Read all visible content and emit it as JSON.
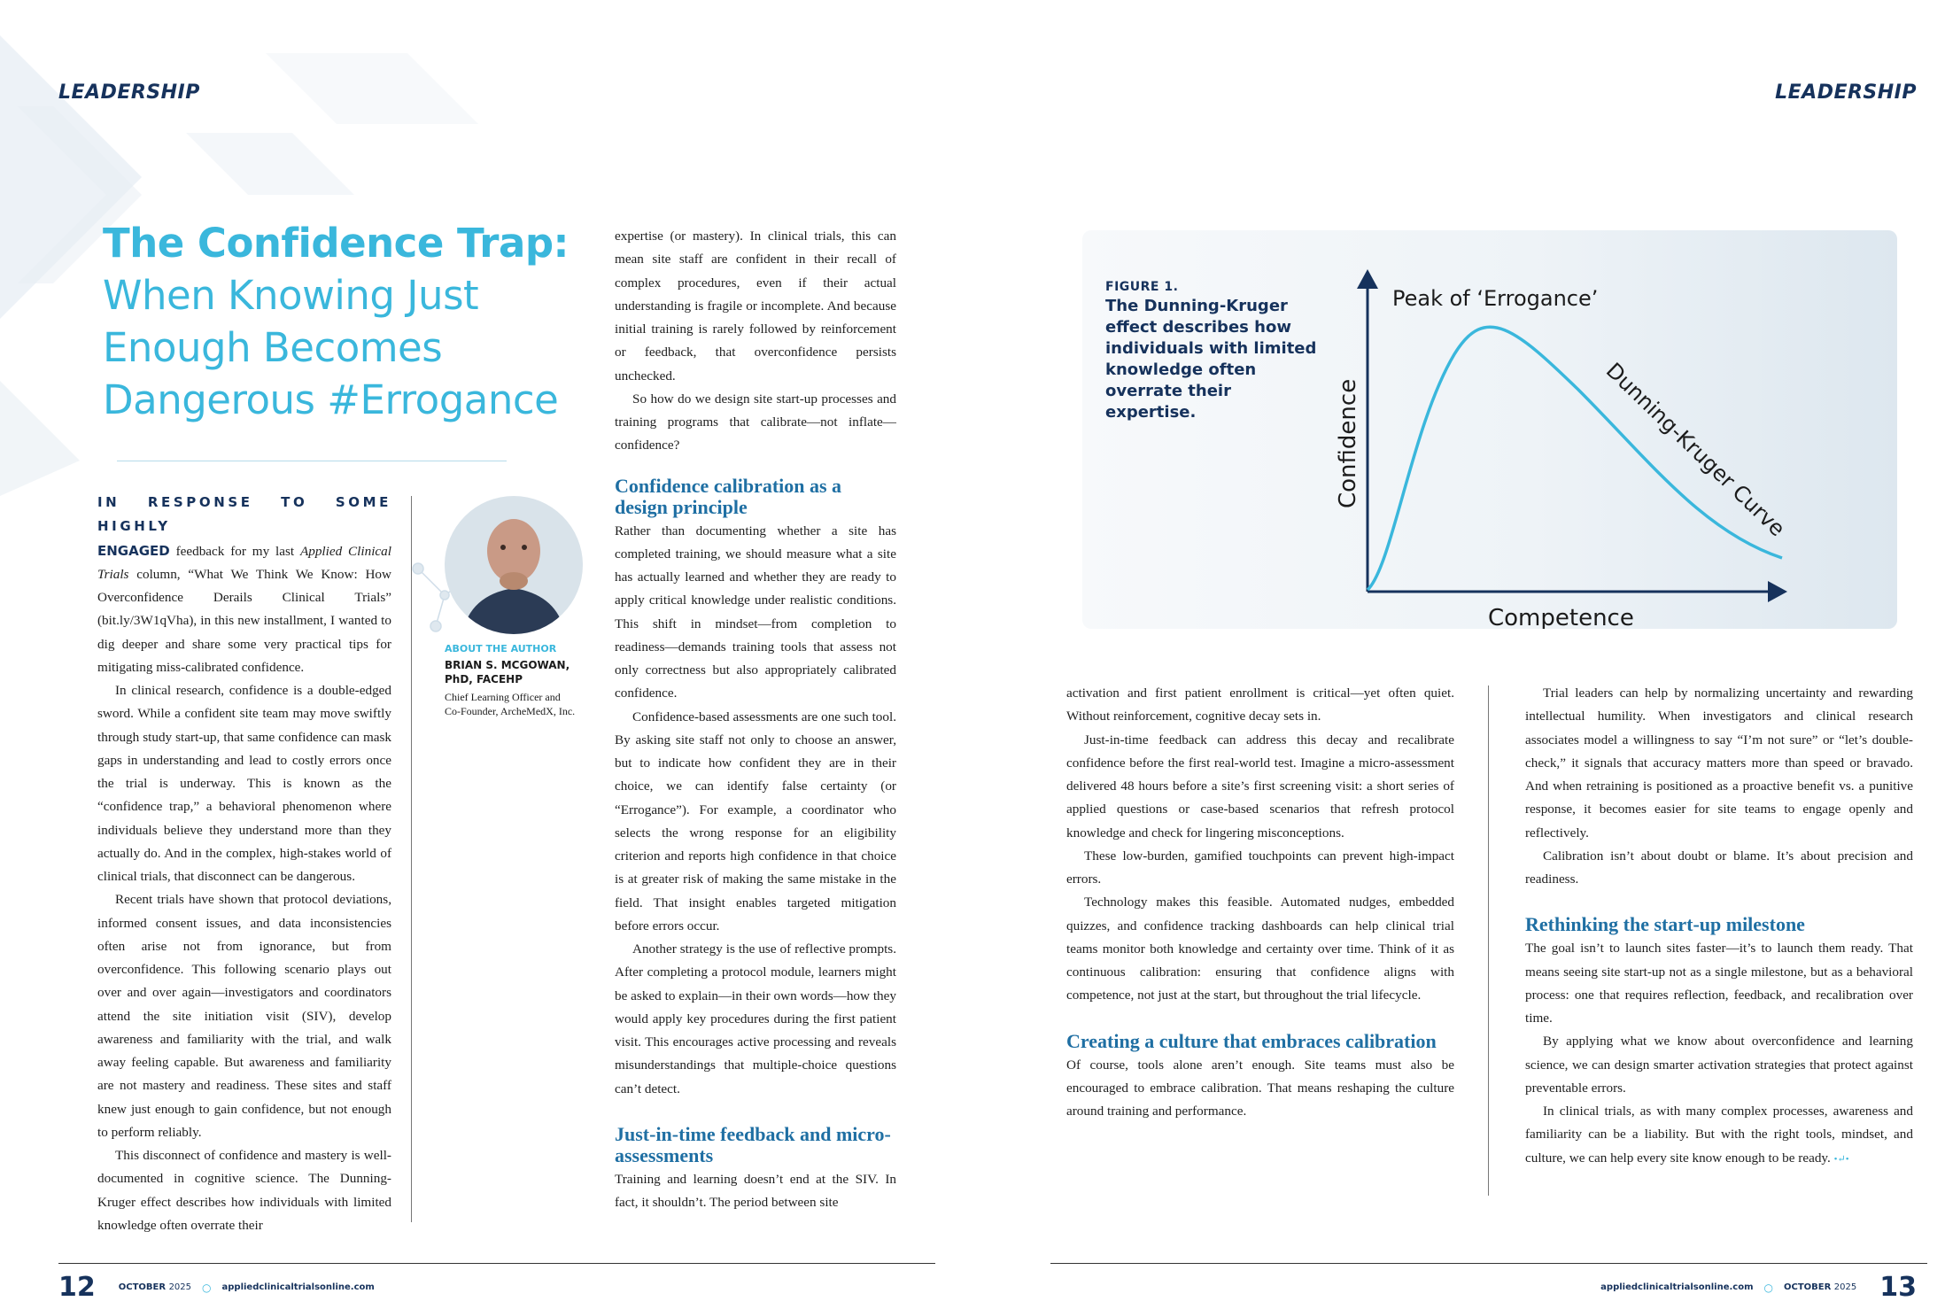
{
  "section_label": "LEADERSHIP",
  "title": {
    "bold_line": "The Confidence Trap:",
    "lines": [
      "When Knowing Just",
      "Enough Becomes",
      "Dangerous #Errogance"
    ]
  },
  "author": {
    "about_label": "ABOUT THE AUTHOR",
    "name_line1": "BRIAN S. MCGOWAN,",
    "name_line2": "PhD, FACEHP",
    "role_line1": "Chief Learning Officer and",
    "role_line2": "Co-Founder, ArcheMedX, Inc."
  },
  "col1": {
    "lead_line1": "IN RESPONSE TO SOME HIGHLY",
    "lead_word2": "ENGAGED",
    "lead_rest": " feedback for my last ",
    "lead_pub": "Applied Clinical Trials",
    "lead_tail": " column, “What We Think We Know: How Overconfidence Derails Clinical Trials” (bit.ly/3W1qVha), in this new installment, I wanted to dig deeper and share some very practical tips for mitigating miss-calibrated confidence.",
    "p2": "In clinical research, confidence is a double-edged sword. While a confident site team may move swiftly through study start-up, that same confidence can mask gaps in understanding and lead to costly errors once the trial is underway. This is known as the “confidence trap,” a behavioral phenomenon where individuals believe they understand more than they actually do. And in the complex, high-stakes world of clinical trials, that disconnect can be dangerous.",
    "p3": "Recent trials have shown that protocol deviations, informed consent issues, and data inconsistencies often arise not from ignorance, but from overconfidence. This following scenario plays out over and over again—investigators and coordinators attend the site initiation visit (SIV), develop awareness and familiarity with the trial, and walk away feeling capable. But awareness and familiarity are not mastery and readiness. These sites and staff knew just enough to gain confidence, but not enough to perform reliably.",
    "p4": "This disconnect of confidence and mastery is well-documented in cognitive science. The Dunning-Kruger effect describes how individuals with limited knowledge often overrate their"
  },
  "col2": {
    "p1": "expertise (or mastery). In clinical trials, this can mean site staff are confident in their recall of complex procedures, even if their actual understanding is fragile or incomplete. And because initial training is rarely followed by reinforcement or feedback, that overconfidence persists unchecked.",
    "p2": "So how do we design site start-up processes and training programs that calibrate—not inflate—confidence?",
    "h1": "Confidence calibration as a design principle",
    "p3": "Rather than documenting whether a site has completed training, we should measure what a site has actually learned and whether they are ready to apply critical knowledge under realistic conditions. This shift in mindset—from completion to readiness—demands training tools that assess not only correctness but also appropriately calibrated confidence.",
    "p4": "Confidence-based assessments are one such tool. By asking site staff not only to choose an answer, but to indicate how confident they are in their choice, we can identify false certainty (or “Errogance”). For example, a coordinator who selects the wrong response for an eligibility criterion and reports high confidence in that choice is at greater risk of making the same mistake in the field. That insight enables targeted mitigation before errors occur.",
    "p5": "Another strategy is the use of reflective prompts. After completing a protocol module, learners might be asked to explain—in their own words—how they would apply key procedures during the first patient visit. This encourages active processing and reveals misunderstandings that multiple-choice questions can’t detect.",
    "h2": "Just-in-time feedback and micro-assessments",
    "p6": "Training and learning doesn’t end at the SIV. In fact, it shouldn’t. The period between site"
  },
  "figure": {
    "label": "FIGURE 1.",
    "caption": "The Dunning-Kruger effect describes how individuals with limited knowledge often overrate their expertise.",
    "peak_label": "Peak of ‘Errogance’",
    "curve_label": "Dunning-Kruger Curve",
    "y_label": "Confidence",
    "x_label": "Competence",
    "curve_color": "#3ab7dc",
    "axis_color": "#16325c"
  },
  "col3": {
    "p1": "activation and first patient enrollment is critical—yet often quiet. Without reinforcement, cognitive decay sets in.",
    "p2": "Just-in-time feedback can address this decay and recalibrate confidence before the first real-world test. Imagine a micro-assessment delivered 48 hours before a site’s first screening visit: a short series of applied questions or case-based scenarios that refresh protocol knowledge and check for lingering misconceptions.",
    "p3": "These low-burden, gamified touchpoints can prevent high-impact errors.",
    "p4": "Technology makes this feasible. Automated nudges, embedded quizzes, and confidence tracking dashboards can help clinical trial teams monitor both knowledge and certainty over time. Think of it as continuous calibration: ensuring that confidence aligns with competence, not just at the start, but throughout the trial lifecycle.",
    "h1": "Creating a culture that embraces calibration",
    "p5": "Of course, tools alone aren’t enough. Site teams must also be encouraged to embrace calibration. That means reshaping the culture around training and performance."
  },
  "col4": {
    "p1": "Trial leaders can help by normalizing uncertainty and rewarding intellectual humility. When investigators and clinical research associates model a willingness to say “I’m not sure” or “let’s double-check,” it signals that accuracy matters more than speed or bravado. And when retraining is positioned as a proactive benefit vs. a punitive response, it becomes easier for site teams to engage openly and reflectively.",
    "p2": "Calibration isn’t about doubt or blame. It’s about precision and readiness.",
    "h1": "Rethinking the start-up milestone",
    "p3": "The goal isn’t to launch sites faster—it’s to launch them ready. That means seeing site start-up not as a single milestone, but as a behavioral process: one that requires reflection, feedback, and recalibration over time.",
    "p4": "By applying what we know about overconfidence and learning science, we can design smarter activation strategies that protect against preventable errors.",
    "p5": "In clinical trials, as with many complex processes, awareness and familiarity can be a liability. But with the right tools, mindset, and culture, we can help every site know enough to be ready.",
    "end_mark": "•↵•"
  },
  "footer": {
    "left_page": "12",
    "right_page": "13",
    "month": "OCTOBER",
    "year": "2025",
    "site": "appliedclinicaltrialsonline.com"
  }
}
